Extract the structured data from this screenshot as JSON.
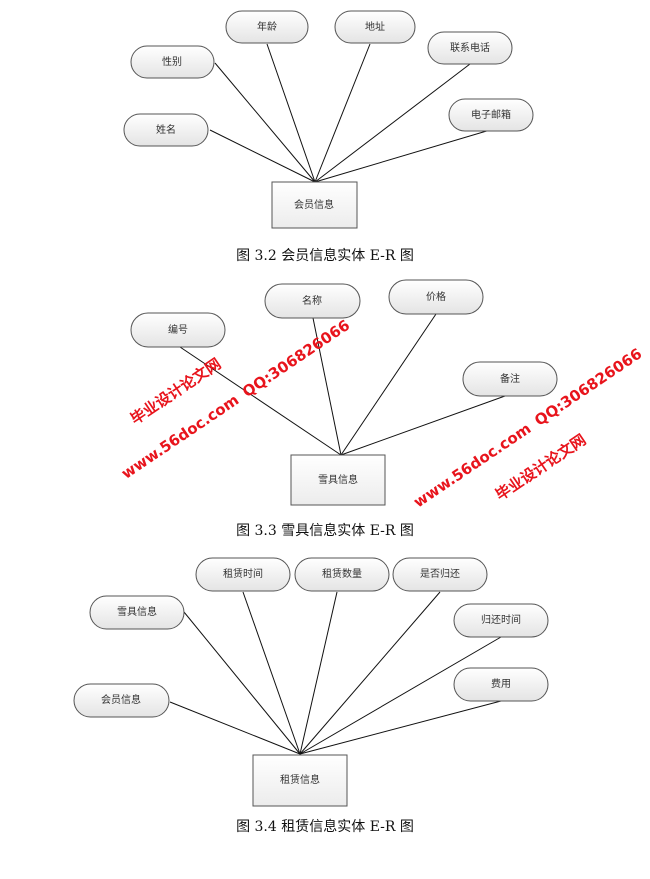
{
  "figure_3_2": {
    "caption": "图 3.2 会员信息实体 E-R 图",
    "entity": "会员信息",
    "attributes": [
      "年龄",
      "地址",
      "性别",
      "联系电话",
      "姓名",
      "电子邮箱"
    ]
  },
  "figure_3_3": {
    "caption": "图 3.3  雪具信息实体 E-R 图",
    "entity": "雪具信息",
    "attributes": [
      "编号",
      "名称",
      "价格",
      "备注"
    ]
  },
  "figure_3_4": {
    "caption": "图 3.4  租赁信息实体 E-R 图",
    "entity": "租赁信息",
    "attributes": [
      "租赁时间",
      "租赁数量",
      "是否归还",
      "雪具信息",
      "归还时间",
      "会员信息",
      "费用"
    ]
  },
  "watermark": {
    "line1": "毕业设计论文网",
    "line2": "www.56doc.com",
    "line3": "QQ:306826066"
  }
}
